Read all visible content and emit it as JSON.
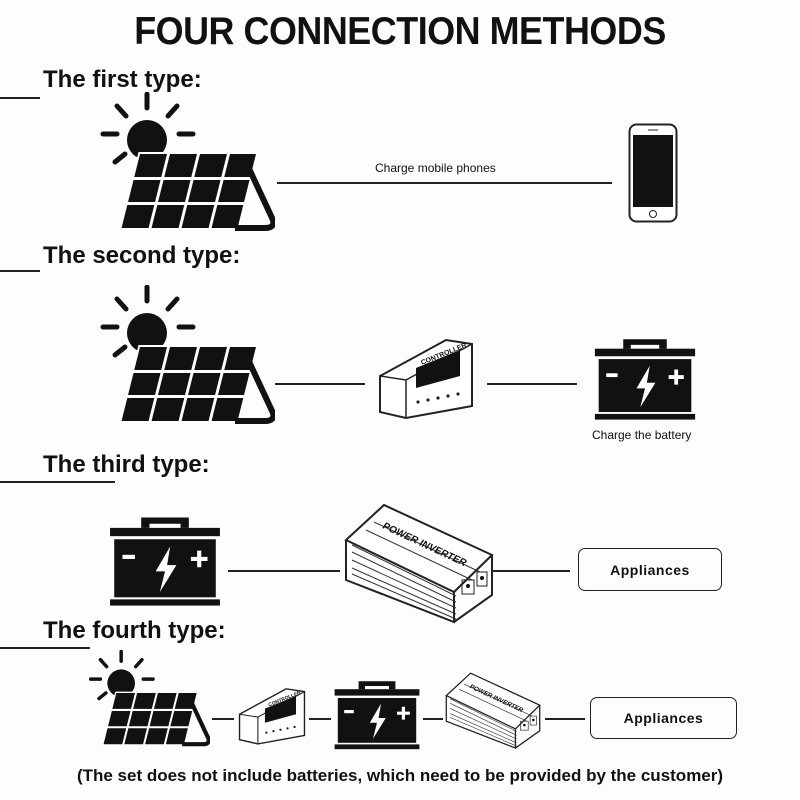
{
  "title": "FOUR CONNECTION METHODS",
  "types": [
    {
      "heading": "The first type:",
      "label": "Charge mobile phones"
    },
    {
      "heading": "The second type:",
      "label": "Charge the battery",
      "controller_text": "CONTROLLER"
    },
    {
      "heading": "The third type:",
      "appliances": "Appliances",
      "inverter_text": "POWER INVERTER"
    },
    {
      "heading": "The fourth type:",
      "appliances": "Appliances"
    }
  ],
  "footnote": "(The set does not include batteries, which need to be provided by the customer)",
  "icons": [
    "sun-solar-panel-icon",
    "smartphone-icon",
    "charge-controller-icon",
    "car-battery-icon",
    "power-inverter-icon"
  ]
}
